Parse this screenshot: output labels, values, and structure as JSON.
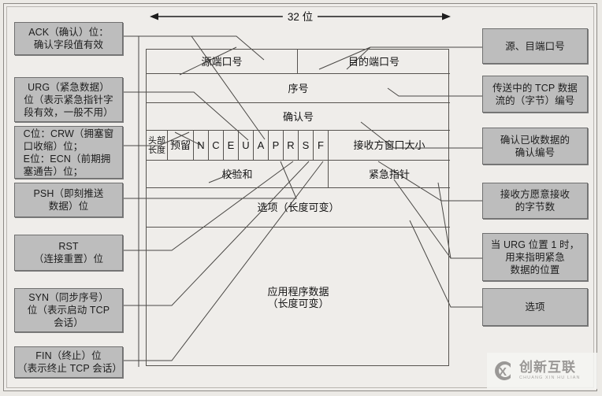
{
  "diagram": {
    "title": "TCP 报文段首部结构图",
    "width_label": "32 位",
    "colors": {
      "page_bg": "#efedea",
      "box_fill": "#bdbdbd",
      "box_border": "#6f6f6f",
      "line": "#4a4845"
    }
  },
  "left_callouts": [
    {
      "id": "ack",
      "text": "ACK（确认）位：\n确认字段值有效"
    },
    {
      "id": "urg",
      "text": "URG（紧急数据）\n位（表示紧急指针字\n段有效，一般不用）"
    },
    {
      "id": "ce",
      "text": "C位：CRW（拥塞窗\n口收缩）位；\nE位：ECN（前期拥\n塞通告）位；"
    },
    {
      "id": "psh",
      "text": "PSH（即刻推送\n数据）位"
    },
    {
      "id": "rst",
      "text": "RST\n（连接重置）位"
    },
    {
      "id": "syn",
      "text": "SYN（同步序号）\n位（表示启动 TCP\n会话）"
    },
    {
      "id": "fin",
      "text": "FIN（终止）位\n（表示终止 TCP 会话）"
    }
  ],
  "right_callouts": [
    {
      "id": "ports",
      "text": "源、目端口号"
    },
    {
      "id": "seq",
      "text": "传送中的 TCP 数据\n流的（字节）编号"
    },
    {
      "id": "ack_num",
      "text": "确认已收数据的\n确认编号"
    },
    {
      "id": "window",
      "text": "接收方愿意接收\n的字节数"
    },
    {
      "id": "urgptr",
      "text": "当 URG 位置 1 时，\n用来指明紧急\n数据的位置"
    },
    {
      "id": "options",
      "text": "选项"
    }
  ],
  "tcp_header": {
    "rows": [
      {
        "id": "row-ports",
        "cells": [
          {
            "id": "src-port",
            "label": "源端口号"
          },
          {
            "id": "dst-port",
            "label": "目的端口号"
          }
        ]
      },
      {
        "id": "row-seq",
        "cells": [
          {
            "id": "seq-number",
            "label": "序号"
          }
        ]
      },
      {
        "id": "row-ack",
        "cells": [
          {
            "id": "ack-number",
            "label": "确认号"
          }
        ]
      },
      {
        "id": "row-flags",
        "cells": [
          {
            "id": "header-length",
            "label": "头部\n长度"
          },
          {
            "id": "reserved",
            "label": "预留"
          },
          {
            "id": "flag-n",
            "label": "N"
          },
          {
            "id": "flag-c",
            "label": "C"
          },
          {
            "id": "flag-e",
            "label": "E"
          },
          {
            "id": "flag-u",
            "label": "U"
          },
          {
            "id": "flag-a",
            "label": "A"
          },
          {
            "id": "flag-p",
            "label": "P"
          },
          {
            "id": "flag-r",
            "label": "R"
          },
          {
            "id": "flag-s",
            "label": "S"
          },
          {
            "id": "flag-f",
            "label": "F"
          },
          {
            "id": "window-size",
            "label": "接收方窗口大小"
          }
        ]
      },
      {
        "id": "row-checksum",
        "cells": [
          {
            "id": "checksum",
            "label": "校验和"
          },
          {
            "id": "urgent-pointer",
            "label": "紧急指针"
          }
        ]
      },
      {
        "id": "row-options",
        "cells": [
          {
            "id": "options",
            "label": "选项（长度可变）"
          }
        ]
      },
      {
        "id": "row-data",
        "cells": [
          {
            "id": "app-data",
            "label": "应用程序数据\n（长度可变）"
          }
        ]
      }
    ]
  },
  "watermark": {
    "main": "创新互联",
    "sub": "CHUANG XIN HU LIAN",
    "logo_letter": "X"
  }
}
